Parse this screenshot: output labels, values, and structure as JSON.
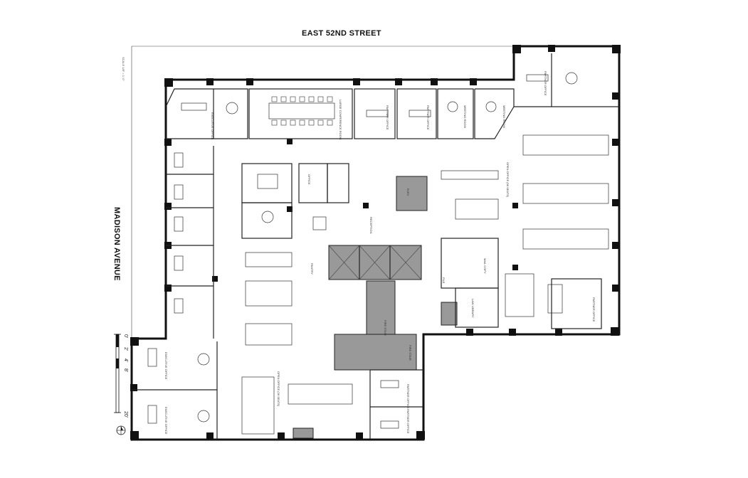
{
  "streets": {
    "north": "EAST 52ND STREET",
    "west": "MADISON AVENUE"
  },
  "scale_note": "SCALE 1/8\" = 1'-0\"",
  "scale_bar": [
    "0'",
    "2'",
    "4'",
    "8'",
    "20'"
  ],
  "rooms": {
    "executive_office_1": "EXECUTIVE OFFICE",
    "large_conference": "LARGE CONFERENCE ROOM",
    "partner_office_a": "PARTNER OFFICE",
    "partner_office_b": "PARTNER OFFICE",
    "partner_office_c": "PARTNER OFFICE",
    "meeting_room": "MEETING ROOM",
    "meeting_room_2": "MEETING ROOM",
    "open_office_east": "OPEN OFFICE (96 SEATS)",
    "elevator_lobby": "ELEV.",
    "reception": "RECEPTION",
    "pantry": "PANTRY",
    "mail_copy": "MAIL COPY",
    "law_library": "LAW LIBRARY",
    "partner_office_east": "PARTNER OFFICE",
    "fire_stair_1": "FIRE STAIR",
    "fire_stair_2": "FIRE STAIR",
    "open_office_south": "OPEN OFFICE (36 SEATS)",
    "executive_office_2": "EXECUTIVE OFFICE",
    "executive_office_3": "EXECUTIVE OFFICE",
    "partner_office_sw1": "PARTNER OFFICE",
    "partner_office_sw2": "PARTNER OFFICE",
    "office": "OFFICE",
    "file_room": "FILE"
  }
}
